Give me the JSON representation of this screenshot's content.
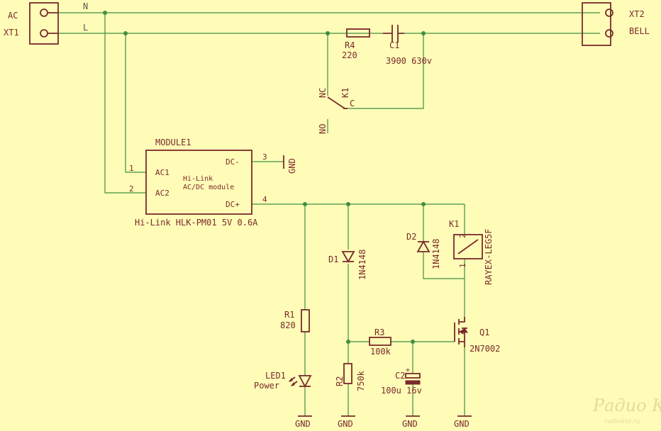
{
  "components": {
    "xt1": {
      "ref": "XT1",
      "label": "AC"
    },
    "xt2": {
      "ref": "XT2",
      "label": "BELL"
    },
    "module1": {
      "ref": "MODULE1",
      "value": "Hi-Link HLK-PM01 5V 0.6A",
      "inner_line1": "Hi-Link",
      "inner_line2": "AC/DC module",
      "pins": {
        "ac1": "AC1",
        "ac2": "AC2",
        "dcm": "DC-",
        "dcp": "DC+",
        "p1": "1",
        "p2": "2",
        "p3": "3",
        "p4": "4"
      }
    },
    "r1": {
      "ref": "R1",
      "value": "820"
    },
    "r2": {
      "ref": "R2",
      "value": "750k"
    },
    "r3": {
      "ref": "R3",
      "value": "100k"
    },
    "r4": {
      "ref": "R4",
      "value": "220"
    },
    "c1": {
      "ref": "C1",
      "value": "3900 630v"
    },
    "c2": {
      "ref": "C2",
      "value": "100u 16v"
    },
    "d1": {
      "ref": "D1",
      "value": "1N4148"
    },
    "d2": {
      "ref": "D2",
      "value": "1N4148"
    },
    "led1": {
      "ref": "LED1",
      "value": "Power"
    },
    "q1": {
      "ref": "Q1",
      "value": "2N7002"
    },
    "k1_coil": {
      "ref": "K1",
      "value": "RAYEX-LEG5F",
      "pin1": "1",
      "pin2": "2"
    },
    "k1_switch": {
      "ref": "K1",
      "nc": "NC",
      "no": "NO",
      "c": "C"
    }
  },
  "nets": {
    "n": "N",
    "l": "L",
    "gnd": "GND"
  },
  "watermark": {
    "logo": "Радио КОТ",
    "url": "radiokot.ru"
  }
}
